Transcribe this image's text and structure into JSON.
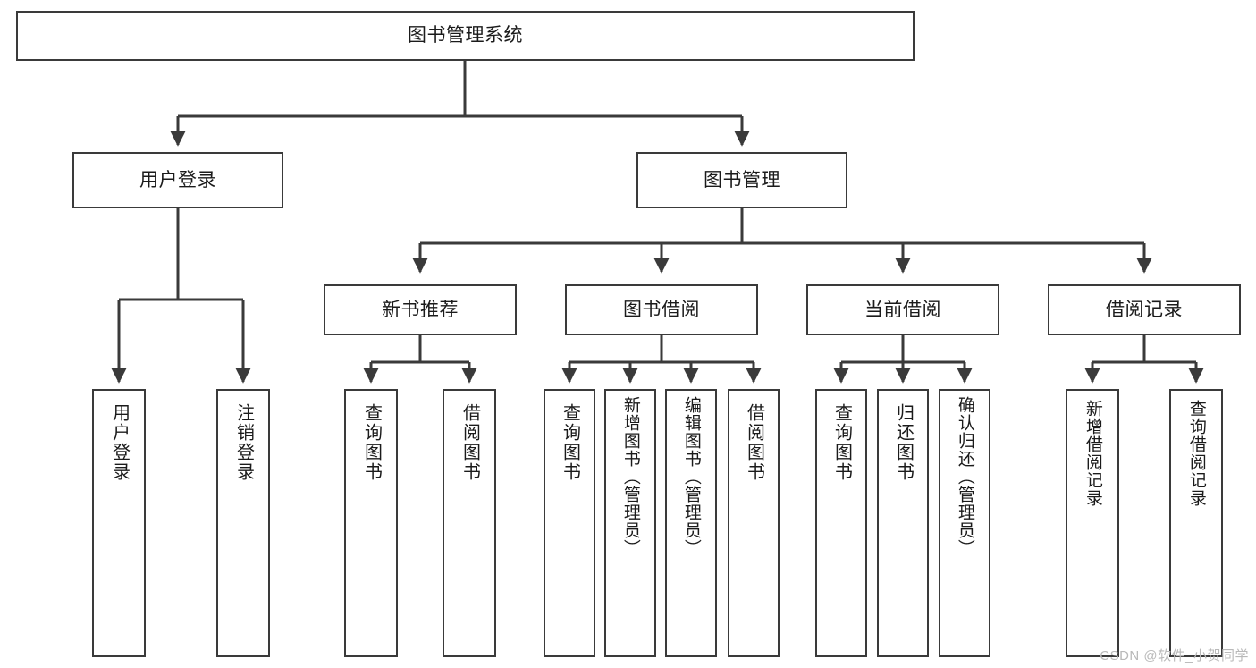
{
  "diagram": {
    "title": "图书管理系统",
    "type": "tree-hierarchy-diagram",
    "watermark": "CSDN @软件_小贺同学",
    "colors": {
      "background": "#ffffff",
      "box_border": "#3a3a3a",
      "connector": "#3a3a3a",
      "text": "#1b1b1b",
      "watermark": "#b9b9b9"
    },
    "root": {
      "label": "图书管理系统"
    },
    "level2": [
      {
        "id": "user-login",
        "label": "用户登录"
      },
      {
        "id": "book-management",
        "label": "图书管理"
      }
    ],
    "level3": [
      {
        "id": "new-book-recommend",
        "label": "新书推荐"
      },
      {
        "id": "book-borrow",
        "label": "图书借阅"
      },
      {
        "id": "current-borrow",
        "label": "当前借阅"
      },
      {
        "id": "borrow-record",
        "label": "借阅记录"
      }
    ],
    "leaves": {
      "user_login": [
        {
          "id": "leaf-user-login",
          "label": "用户登录"
        },
        {
          "id": "leaf-logout-login",
          "label": "注销登录"
        }
      ],
      "new_book_recommend": [
        {
          "id": "leaf-query-book-1",
          "label": "查询图书"
        },
        {
          "id": "leaf-borrow-book-1",
          "label": "借阅图书"
        }
      ],
      "book_borrow": [
        {
          "id": "leaf-query-book-2",
          "label": "查询图书"
        },
        {
          "id": "leaf-add-book",
          "label": "新增图书（管理员）"
        },
        {
          "id": "leaf-edit-book",
          "label": "编辑图书（管理员）"
        },
        {
          "id": "leaf-borrow-book-2",
          "label": "借阅图书"
        }
      ],
      "current_borrow": [
        {
          "id": "leaf-query-book-3",
          "label": "查询图书"
        },
        {
          "id": "leaf-return-book",
          "label": "归还图书"
        },
        {
          "id": "leaf-confirm-return",
          "label": "确认归还（管理员）"
        }
      ],
      "borrow_record": [
        {
          "id": "leaf-add-record",
          "label": "新增借阅记录"
        },
        {
          "id": "leaf-query-record",
          "label": "查询借阅记录"
        }
      ]
    }
  }
}
